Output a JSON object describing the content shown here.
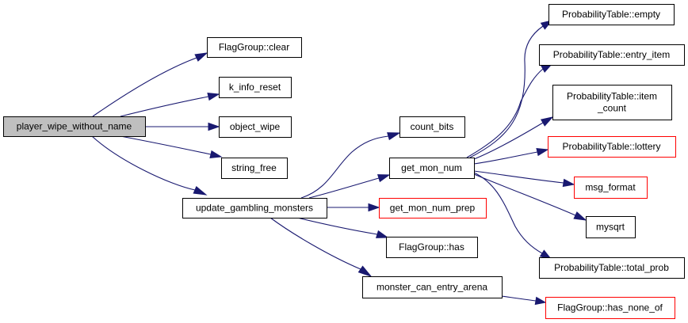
{
  "colors": {
    "edge": "#191970",
    "box_border": "#000000",
    "box_border_truncated": "#ff0000",
    "root_fill": "#bfbfbf",
    "node_fill": "#ffffff"
  },
  "nodes": [
    {
      "id": "player_wipe_without_name",
      "lines": [
        "player_wipe_without_name"
      ],
      "style": "root"
    },
    {
      "id": "flaggroup_clear",
      "lines": [
        "FlagGroup::clear"
      ],
      "style": "normal"
    },
    {
      "id": "k_info_reset",
      "lines": [
        "k_info_reset"
      ],
      "style": "normal"
    },
    {
      "id": "object_wipe",
      "lines": [
        "object_wipe"
      ],
      "style": "normal"
    },
    {
      "id": "string_free",
      "lines": [
        "string_free"
      ],
      "style": "normal"
    },
    {
      "id": "update_gambling_monsters",
      "lines": [
        "update_gambling_monsters"
      ],
      "style": "normal"
    },
    {
      "id": "count_bits",
      "lines": [
        "count_bits"
      ],
      "style": "normal"
    },
    {
      "id": "get_mon_num",
      "lines": [
        "get_mon_num"
      ],
      "style": "normal"
    },
    {
      "id": "get_mon_num_prep",
      "lines": [
        "get_mon_num_prep"
      ],
      "style": "truncated"
    },
    {
      "id": "flaggroup_has",
      "lines": [
        "FlagGroup::has"
      ],
      "style": "normal"
    },
    {
      "id": "monster_can_entry_arena",
      "lines": [
        "monster_can_entry_arena"
      ],
      "style": "normal"
    },
    {
      "id": "pt_empty",
      "lines": [
        "ProbabilityTable::empty"
      ],
      "style": "normal"
    },
    {
      "id": "pt_entry_item",
      "lines": [
        "ProbabilityTable::entry_item"
      ],
      "style": "normal"
    },
    {
      "id": "pt_item_count",
      "lines": [
        "ProbabilityTable::item",
        "_count"
      ],
      "style": "normal"
    },
    {
      "id": "pt_lottery",
      "lines": [
        "ProbabilityTable::lottery"
      ],
      "style": "truncated"
    },
    {
      "id": "msg_format",
      "lines": [
        "msg_format"
      ],
      "style": "truncated"
    },
    {
      "id": "mysqrt",
      "lines": [
        "mysqrt"
      ],
      "style": "normal"
    },
    {
      "id": "pt_total_prob",
      "lines": [
        "ProbabilityTable::total_prob"
      ],
      "style": "normal"
    },
    {
      "id": "flaggroup_has_none_of",
      "lines": [
        "FlagGroup::has_none_of"
      ],
      "style": "truncated"
    }
  ],
  "edges": [
    {
      "from": "player_wipe_without_name",
      "to": "flaggroup_clear"
    },
    {
      "from": "player_wipe_without_name",
      "to": "k_info_reset"
    },
    {
      "from": "player_wipe_without_name",
      "to": "object_wipe"
    },
    {
      "from": "player_wipe_without_name",
      "to": "string_free"
    },
    {
      "from": "player_wipe_without_name",
      "to": "update_gambling_monsters"
    },
    {
      "from": "update_gambling_monsters",
      "to": "count_bits"
    },
    {
      "from": "update_gambling_monsters",
      "to": "get_mon_num"
    },
    {
      "from": "update_gambling_monsters",
      "to": "get_mon_num_prep"
    },
    {
      "from": "update_gambling_monsters",
      "to": "flaggroup_has"
    },
    {
      "from": "update_gambling_monsters",
      "to": "monster_can_entry_arena"
    },
    {
      "from": "get_mon_num",
      "to": "pt_empty"
    },
    {
      "from": "get_mon_num",
      "to": "pt_entry_item"
    },
    {
      "from": "get_mon_num",
      "to": "pt_item_count"
    },
    {
      "from": "get_mon_num",
      "to": "pt_lottery"
    },
    {
      "from": "get_mon_num",
      "to": "msg_format"
    },
    {
      "from": "get_mon_num",
      "to": "mysqrt"
    },
    {
      "from": "get_mon_num",
      "to": "pt_total_prob"
    },
    {
      "from": "monster_can_entry_arena",
      "to": "flaggroup_has_none_of"
    }
  ]
}
